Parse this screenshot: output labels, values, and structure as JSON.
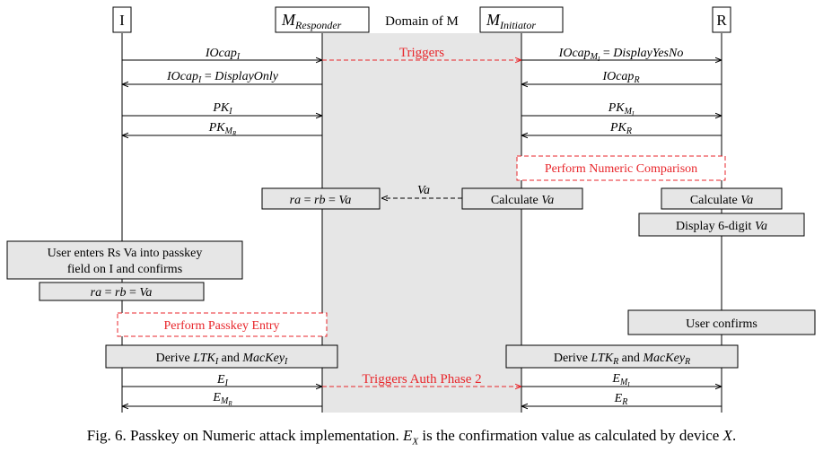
{
  "entities": {
    "initiator": "I",
    "responder_mitm": "M_Responder",
    "initiator_mitm": "M_Initiator",
    "responder": "R",
    "domain_label": "Domain of M"
  },
  "messages": {
    "iocap_i": "IOcap_I",
    "triggers": "Triggers",
    "iocap_mi": "IOcap_MI = DisplayYesNo",
    "iocap_i_display": "IOcap_I = DisplayOnly",
    "iocap_r": "IOcap_R",
    "pk_i": "PK_I",
    "pk_mi": "PK_MI",
    "pk_mr": "PK_MR",
    "pk_r": "PK_R",
    "va": "Va",
    "e_i": "E_I",
    "triggers_auth": "Triggers Auth Phase 2",
    "e_mi": "E_MI",
    "e_mr": "E_MR",
    "e_r": "E_R"
  },
  "actions": {
    "numeric_comparison": "Perform Numeric Comparison",
    "ra_rb_va_m": "ra = rb = Va",
    "calculate_va_m": "Calculate Va",
    "calculate_va_r": "Calculate Va",
    "display_6digit": "Display 6-digit Va",
    "user_enters_line1": "User enters Rs Va into passkey",
    "user_enters_line2": "field on I and confirms",
    "ra_rb_va_i": "ra = rb = Va",
    "passkey_entry": "Perform Passkey Entry",
    "user_confirms": "User confirms",
    "derive_i": "Derive LTK_I and MacKey_I",
    "derive_r": "Derive LTK_R and MacKey_R"
  },
  "caption": "Fig. 6.  Passkey on Numeric attack implementation. E_X is the confirmation value as calculated by device X.",
  "colors": {
    "red": "#e8262b",
    "domain_fill": "#e6e6e6",
    "box_fill": "#e6e6e6"
  }
}
